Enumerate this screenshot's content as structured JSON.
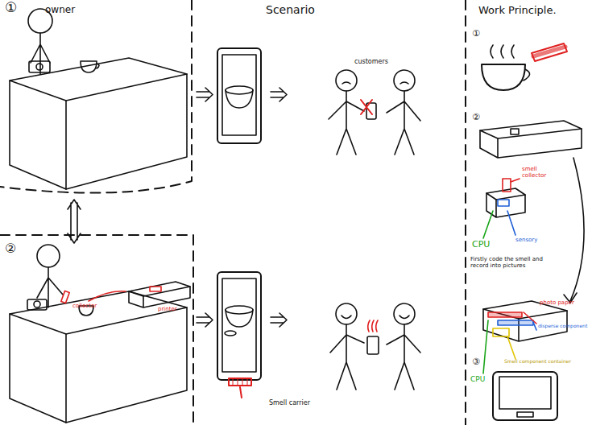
{
  "diagram": {
    "labels": [
      "①",
      "owner",
      "Scenario",
      "customers",
      "Work Principle.",
      "①",
      "②",
      "collector",
      "printer",
      "Smell carrier",
      "②",
      "smell collector",
      "sensory",
      "CPU",
      "Firstly code the smell and record into pictures",
      "photo paper",
      "disperse component",
      "Smell component container",
      "CPU",
      "③"
    ]
  }
}
